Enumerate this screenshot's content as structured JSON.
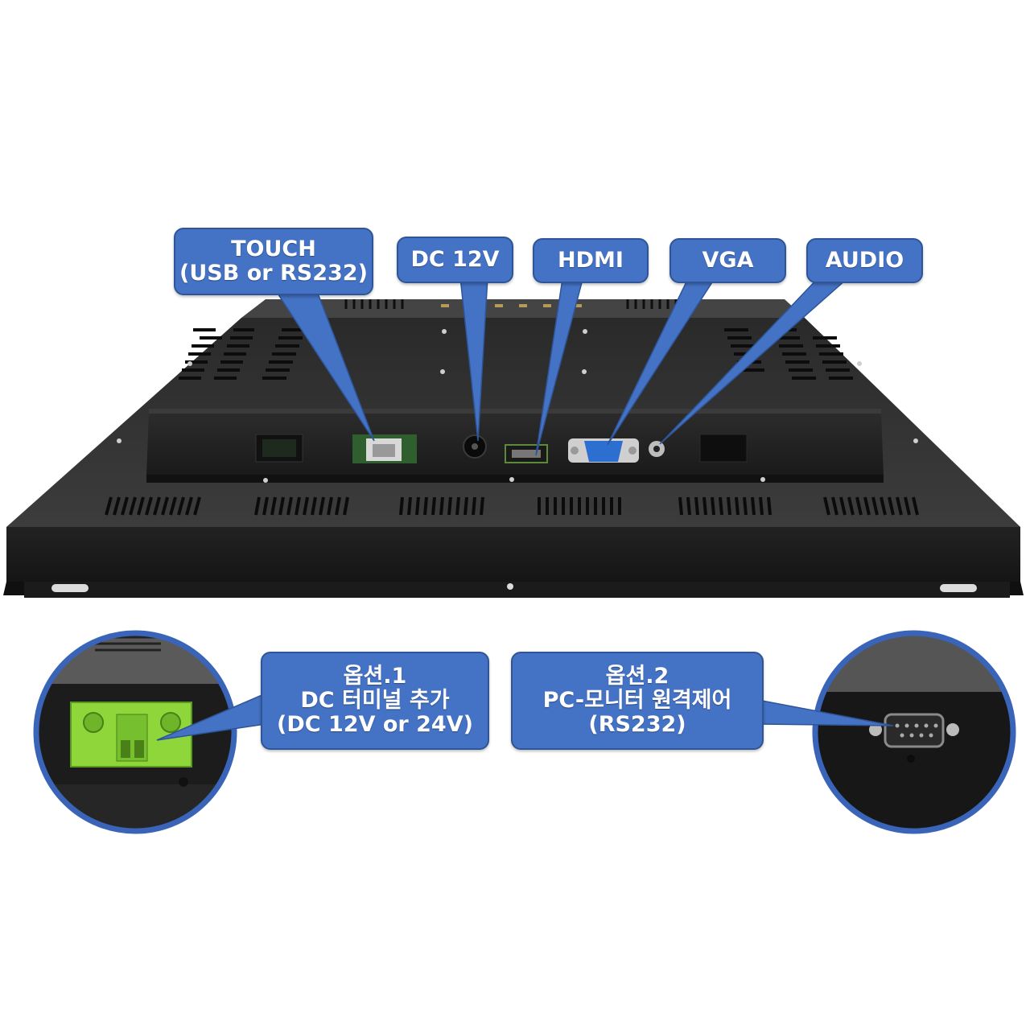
{
  "labels": {
    "touch": [
      "TOUCH",
      "(USB or RS232)"
    ],
    "dc12v": [
      "DC 12V"
    ],
    "hdmi": [
      "HDMI"
    ],
    "vga": [
      "VGA"
    ],
    "audio": [
      "AUDIO"
    ],
    "option1": [
      "옵션.1",
      "DC 터미널 추가",
      "(DC 12V or 24V)"
    ],
    "option2": [
      "옵션.2",
      "PC-모니터 원격제어",
      "(RS232)"
    ]
  },
  "colors": {
    "callout_fill": "#4472c4",
    "callout_border": "#2f5597",
    "chassis": "#2b2b2b",
    "terminal_green": "#8fd63a",
    "vga_blue": "#2d6fd1",
    "magnifier_ring": "#3a64b8"
  }
}
